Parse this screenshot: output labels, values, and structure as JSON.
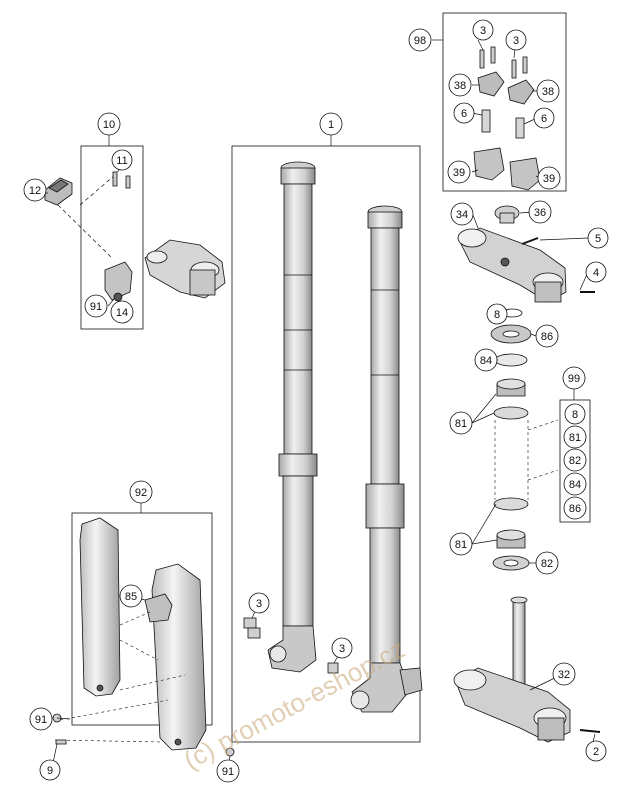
{
  "callouts": {
    "c1": "1",
    "c2": "2",
    "c3a": "3",
    "c3b": "3",
    "c3c": "3",
    "c3d": "3",
    "c4": "4",
    "c5": "5",
    "c6a": "6",
    "c6b": "6",
    "c8a": "8",
    "c8b": "8",
    "c9": "9",
    "c10": "10",
    "c11": "11",
    "c12": "12",
    "c14": "14",
    "c32": "32",
    "c34": "34",
    "c36": "36",
    "c38a": "38",
    "c38b": "38",
    "c39a": "39",
    "c39b": "39",
    "c81a": "81",
    "c81b": "81",
    "c81c": "81",
    "c82a": "82",
    "c82b": "82",
    "c84a": "84",
    "c84b": "84",
    "c85": "85",
    "c86a": "86",
    "c86b": "86",
    "c91a": "91",
    "c91b": "91",
    "c91c": "91",
    "c92": "92",
    "c98": "98",
    "c99": "99"
  },
  "watermark": "(c) promoto-eshop.cz",
  "colors": {
    "line": "#111111",
    "part_fill": "#d8d8d8",
    "part_dark": "#9a9a9a",
    "watermark": "#c9a97a"
  }
}
